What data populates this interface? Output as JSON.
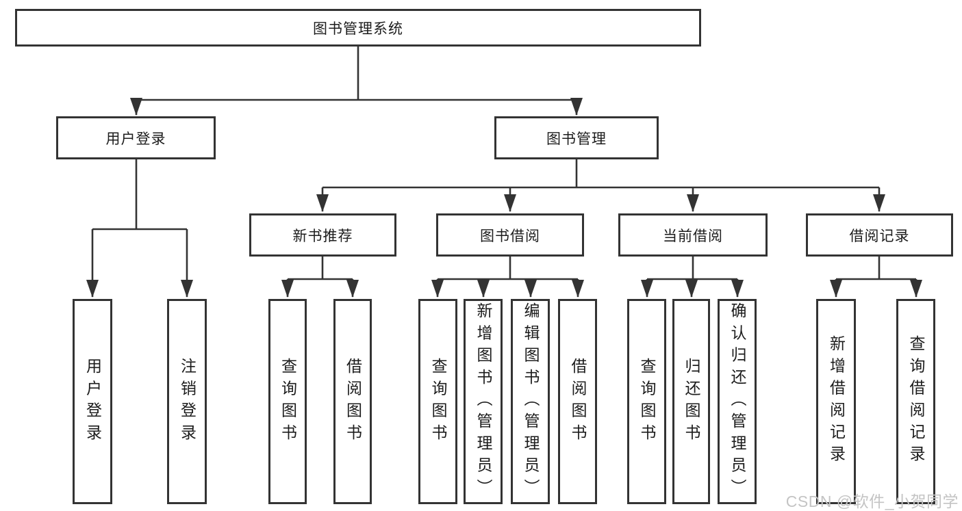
{
  "diagram": {
    "root": {
      "label": "图书管理系统"
    },
    "level2": [
      {
        "label": "用户登录",
        "children": [
          "用户登录",
          "注销登录"
        ]
      },
      {
        "label": "图书管理",
        "children": [
          {
            "label": "新书推荐",
            "children": [
              "查询图书",
              "借阅图书"
            ]
          },
          {
            "label": "图书借阅",
            "children": [
              "查询图书",
              "新增图书（管理员）",
              "编辑图书（管理员）",
              "借阅图书"
            ]
          },
          {
            "label": "当前借阅",
            "children": [
              "查询图书",
              "归还图书",
              "确认归还（管理员）"
            ]
          },
          {
            "label": "借阅记录",
            "children": [
              "新增借阅记录",
              "查询借阅记录"
            ]
          }
        ]
      }
    ]
  },
  "watermark": {
    "text": "CSDN @软件_小贺同学"
  },
  "colors": {
    "line": "#333333",
    "box_background": "#ffffff",
    "text": "#1c1c1c",
    "watermark": "#c4c4c4"
  }
}
